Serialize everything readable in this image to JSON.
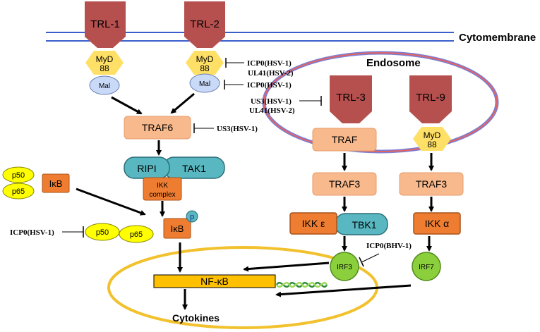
{
  "colors": {
    "receptor": "#b5504e",
    "myd88": "#ffe066",
    "mal": "#c9daf8",
    "traf": "#f8b98c",
    "teal": "#58b7c0",
    "ikk_orange": "#ee7d31",
    "nfkb_yellow": "#ffff00",
    "irf_green": "#8ccf3c",
    "ellipse_gold": "#f2c12e",
    "membrane_blue": "#3a5fcd",
    "endosome_outer": "#7a7fd6",
    "endosome_inner": "#e06464"
  },
  "membrane": {
    "label": "Cytomembrane"
  },
  "endosome": {
    "label": "Endosome"
  },
  "receptors": {
    "trl1": "TRL-1",
    "trl2": "TRL-2",
    "trl3": "TRL-3",
    "trl9": "TRL-9"
  },
  "adaptors": {
    "myd_line1": "MyD",
    "myd_line2": "88",
    "mal": "Mal"
  },
  "nodes": {
    "traf6": "TRAF6",
    "ripi": "RIPI",
    "tak1": "TAK1",
    "ikk_complex_line1": "IKK",
    "ikk_complex_line2": "complex",
    "p50": "p50",
    "p65": "p65",
    "ikb": "IκB",
    "phospho": "p",
    "traf": "TRAF",
    "traf3": "TRAF3",
    "ikk_epsilon": "IKK ε",
    "tbk1": "TBK1",
    "ikk_alpha": "IKK α",
    "irf3": "IRF3",
    "irf7": "IRF7",
    "nfkb": "NF-κB",
    "cytokines": "Cytokines"
  },
  "inhibitors": {
    "icp0_hsv1_a": "ICP0(HSV-1)",
    "ul41_hsv2_a": "UL41(HSV-2)",
    "icp0_hsv1_b": "ICP0(HSV-1)",
    "us3_hsv1_a": "US3(HSV-1)",
    "ul41_hsv2_b": "UL41(HSV-2)",
    "us3_hsv1_b": "US3(HSV-1)",
    "icp0_hsv1_c": "ICP0(HSV-1)",
    "icp0_bhv1": "ICP0(BHV-1)"
  }
}
